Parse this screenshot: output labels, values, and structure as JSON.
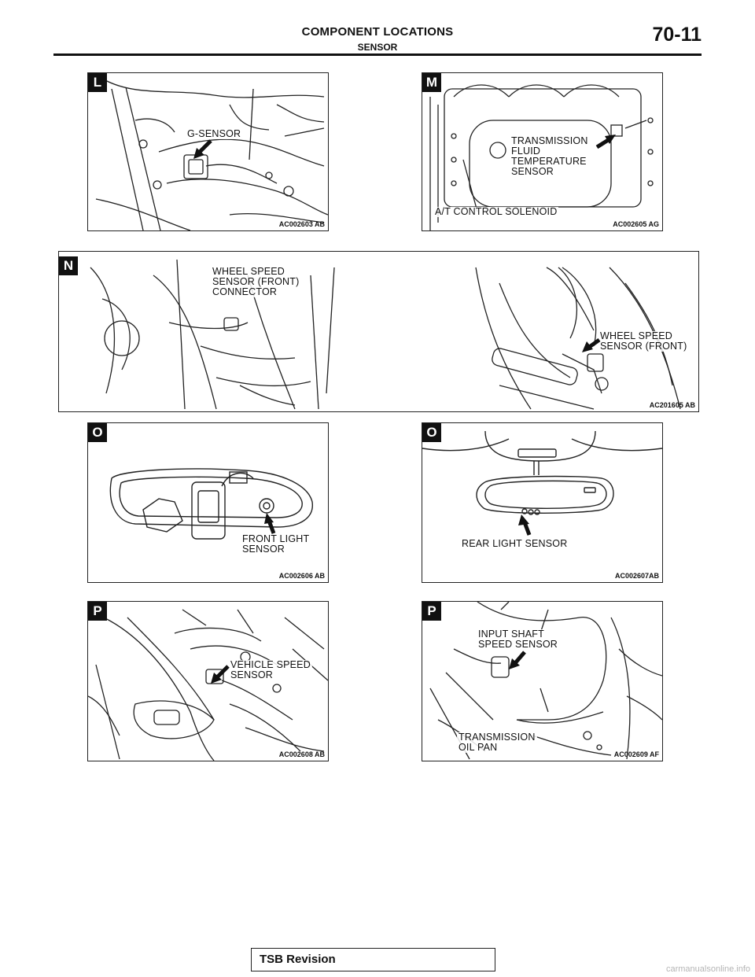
{
  "header": {
    "title": "COMPONENT LOCATIONS",
    "subtitle": "SENSOR",
    "page_number": "70-11"
  },
  "panels": {
    "L": {
      "letter": "L",
      "label": "G-SENSOR",
      "code": "AC002603 AB"
    },
    "M": {
      "letter": "M",
      "label_main": "TRANSMISSION\nFLUID\nTEMPERATURE\nSENSOR",
      "label_secondary": "A/T CONTROL SOLENOID",
      "code": "AC002605 AG"
    },
    "N": {
      "letter": "N",
      "label_connector": "WHEEL SPEED\nSENSOR (FRONT)\nCONNECTOR",
      "label_sensor": "WHEEL SPEED\nSENSOR (FRONT)",
      "code": "AC201605 AB"
    },
    "O1": {
      "letter": "O",
      "label": "FRONT LIGHT\nSENSOR",
      "code": "AC002606 AB"
    },
    "O2": {
      "letter": "O",
      "label": "REAR LIGHT SENSOR",
      "code": "AC002607AB"
    },
    "P1": {
      "letter": "P",
      "label": "VEHICLE SPEED\nSENSOR",
      "code": "AC002608 AB"
    },
    "P2": {
      "letter": "P",
      "label_shaft": "INPUT SHAFT\nSPEED SENSOR",
      "label_pan": "TRANSMISSION\nOIL PAN",
      "code": "AC002609 AF"
    }
  },
  "footer": {
    "revision_label": "TSB Revision"
  },
  "watermark": "carmanualsonline.info"
}
